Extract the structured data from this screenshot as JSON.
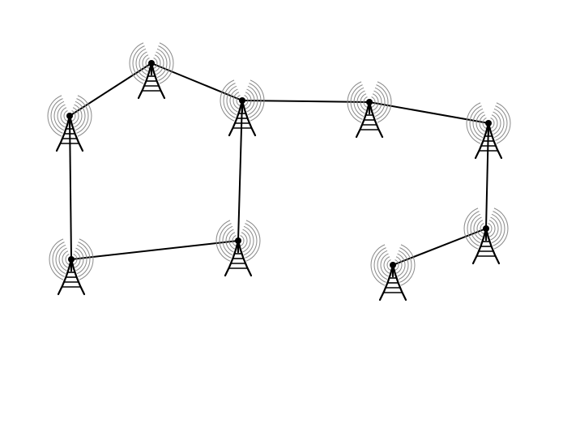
{
  "diagram": {
    "type": "network-topology",
    "node_icon": "radio-tower-icon",
    "colors": {
      "background": "#ffffff",
      "link": "#000000",
      "tower": "#000000",
      "signal_waves": "#8a8a8a"
    },
    "nodes": [
      {
        "id": "tower-1"
      },
      {
        "id": "tower-2"
      },
      {
        "id": "tower-3"
      },
      {
        "id": "tower-4"
      },
      {
        "id": "tower-5"
      },
      {
        "id": "tower-6"
      },
      {
        "id": "tower-7"
      },
      {
        "id": "tower-8"
      },
      {
        "id": "tower-9"
      }
    ],
    "links": [
      {
        "from": "tower-1",
        "to": "tower-2"
      },
      {
        "from": "tower-2",
        "to": "tower-3"
      },
      {
        "from": "tower-3",
        "to": "tower-4"
      },
      {
        "from": "tower-4",
        "to": "tower-5"
      },
      {
        "from": "tower-5",
        "to": "tower-6"
      },
      {
        "from": "tower-6",
        "to": "tower-7"
      },
      {
        "from": "tower-1",
        "to": "tower-8"
      },
      {
        "from": "tower-8",
        "to": "tower-9"
      },
      {
        "from": "tower-9",
        "to": "tower-3"
      }
    ]
  }
}
